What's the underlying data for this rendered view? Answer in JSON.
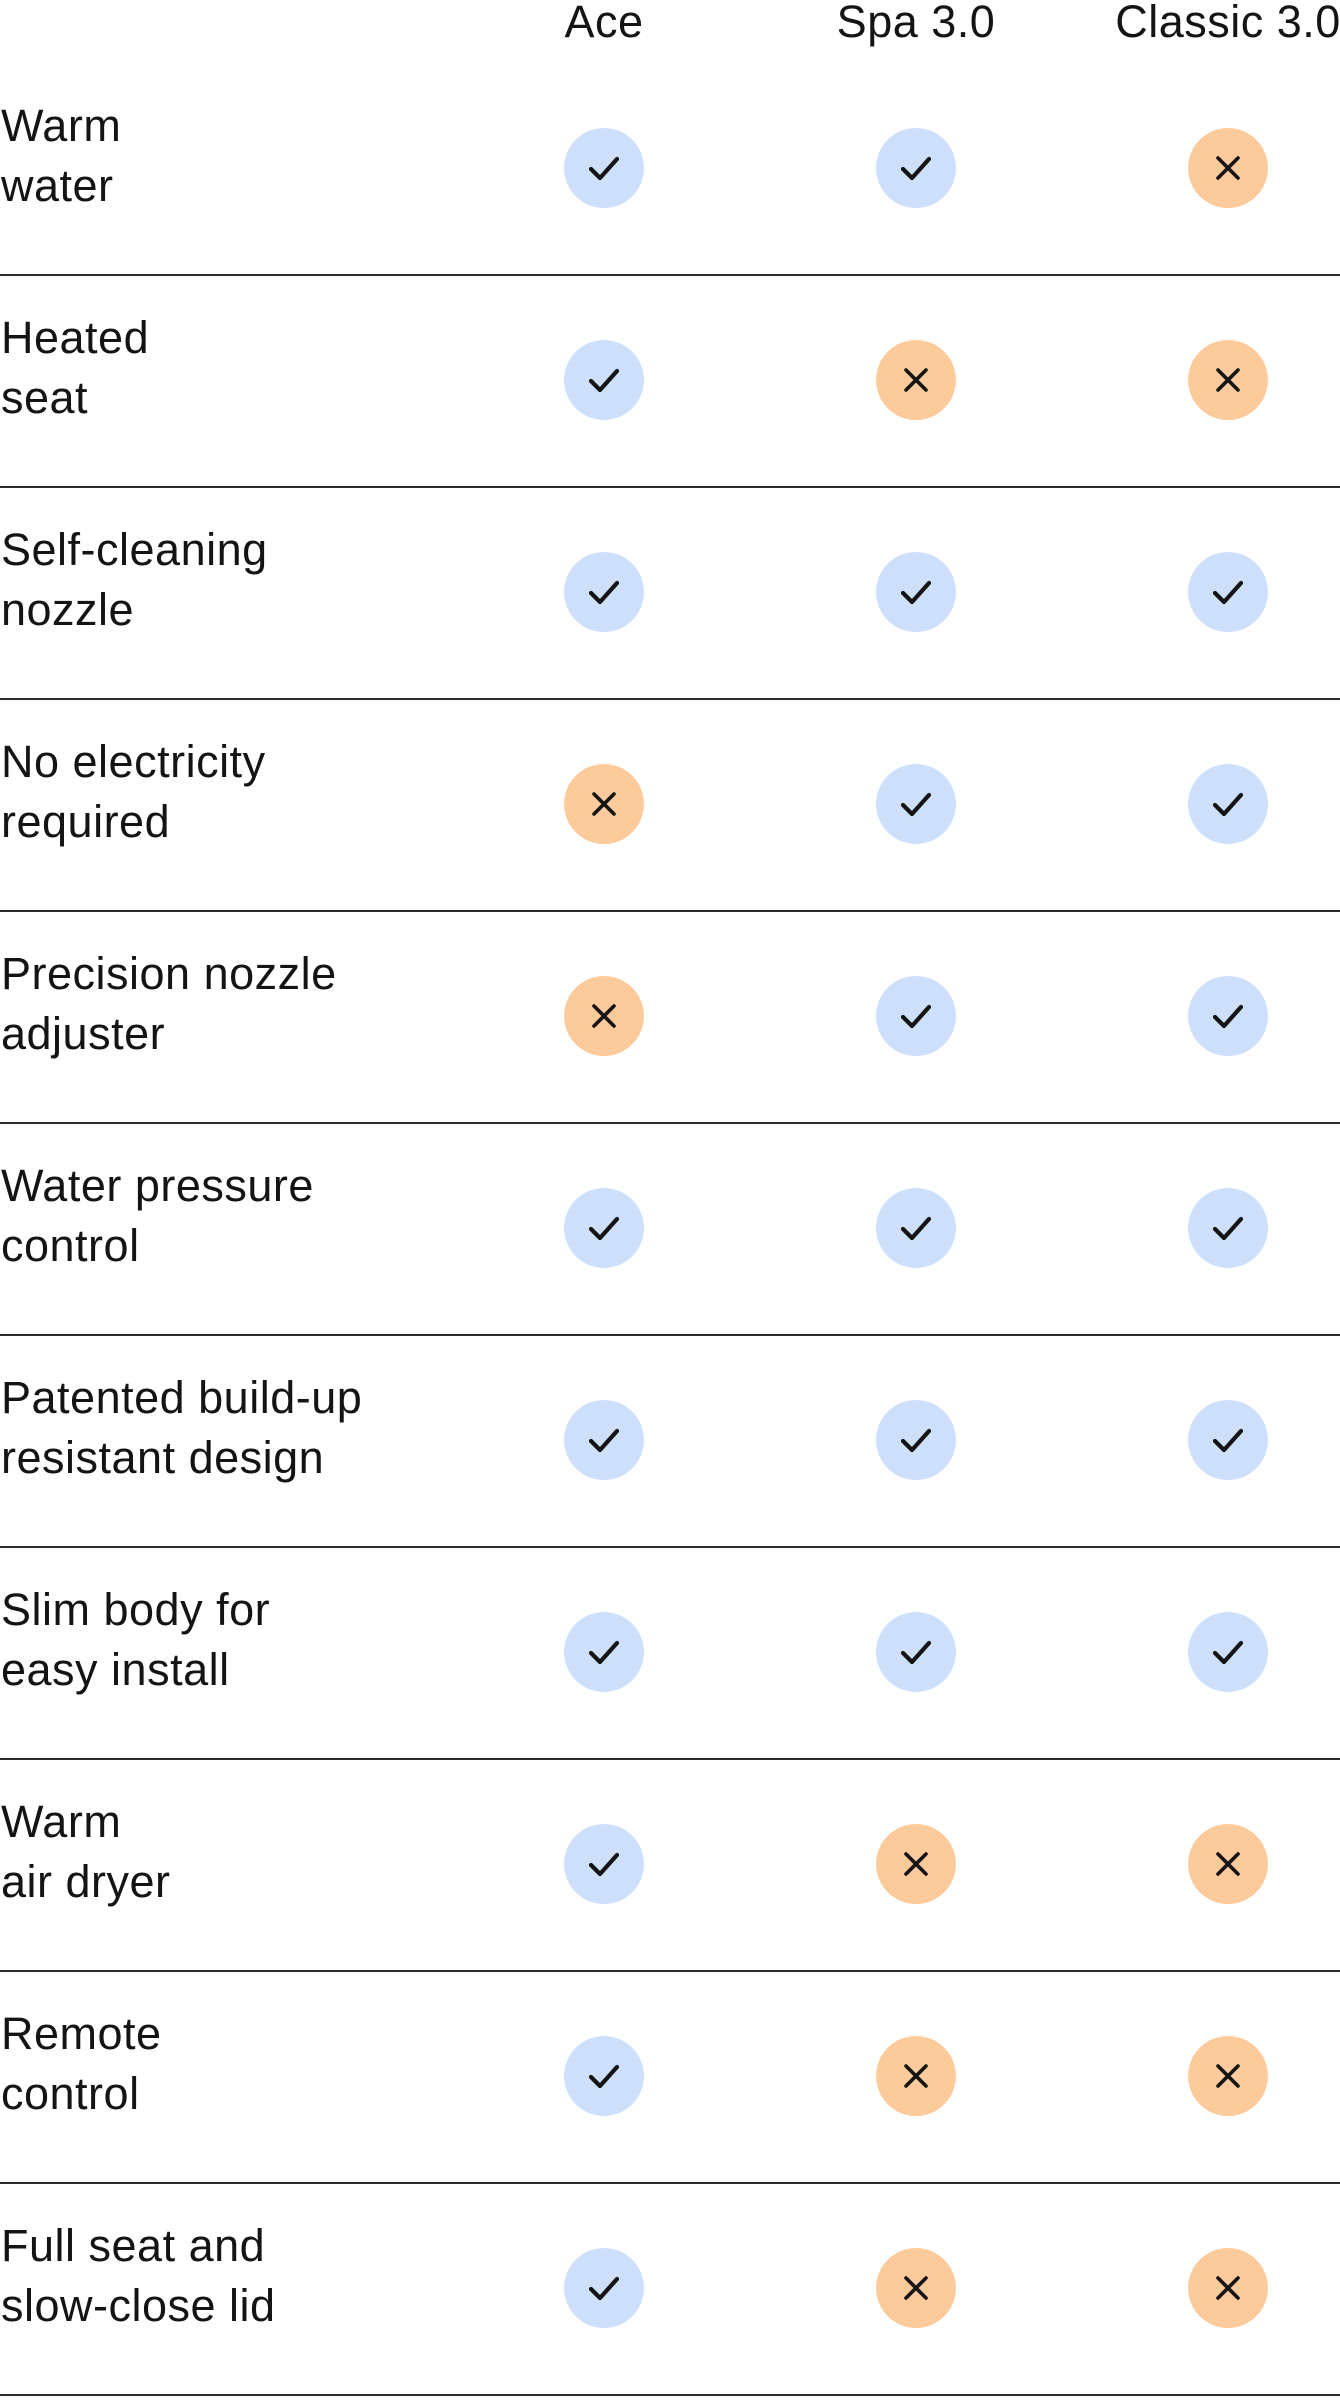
{
  "columns": [
    "Ace",
    "Spa 3.0",
    "Classic 3.0"
  ],
  "colors": {
    "yes_bg": "#cddffa",
    "no_bg": "#fbcb9b",
    "mark_stroke": "#141414",
    "divider": "#2b2b2b"
  },
  "icons": {
    "yes": "check-icon",
    "no": "cross-icon"
  },
  "rows": [
    {
      "line1": "Warm",
      "line2": "water",
      "values": [
        true,
        true,
        false
      ]
    },
    {
      "line1": "Heated",
      "line2": "seat",
      "values": [
        true,
        false,
        false
      ]
    },
    {
      "line1": "Self-cleaning",
      "line2": "nozzle",
      "values": [
        true,
        true,
        true
      ]
    },
    {
      "line1": "No electricity",
      "line2": "required",
      "values": [
        false,
        true,
        true
      ]
    },
    {
      "line1": "Precision nozzle",
      "line2": "adjuster",
      "values": [
        false,
        true,
        true
      ]
    },
    {
      "line1": "Water pressure",
      "line2": "control",
      "values": [
        true,
        true,
        true
      ]
    },
    {
      "line1": "Patented build-up",
      "line2": "resistant design",
      "values": [
        true,
        true,
        true
      ]
    },
    {
      "line1": "Slim body for",
      "line2": "easy install",
      "values": [
        true,
        true,
        true
      ]
    },
    {
      "line1": "Warm",
      "line2": "air dryer",
      "values": [
        true,
        false,
        false
      ]
    },
    {
      "line1": "Remote",
      "line2": "control",
      "values": [
        true,
        false,
        false
      ]
    },
    {
      "line1": "Full seat and",
      "line2": "slow-close lid",
      "values": [
        true,
        false,
        false
      ]
    }
  ]
}
